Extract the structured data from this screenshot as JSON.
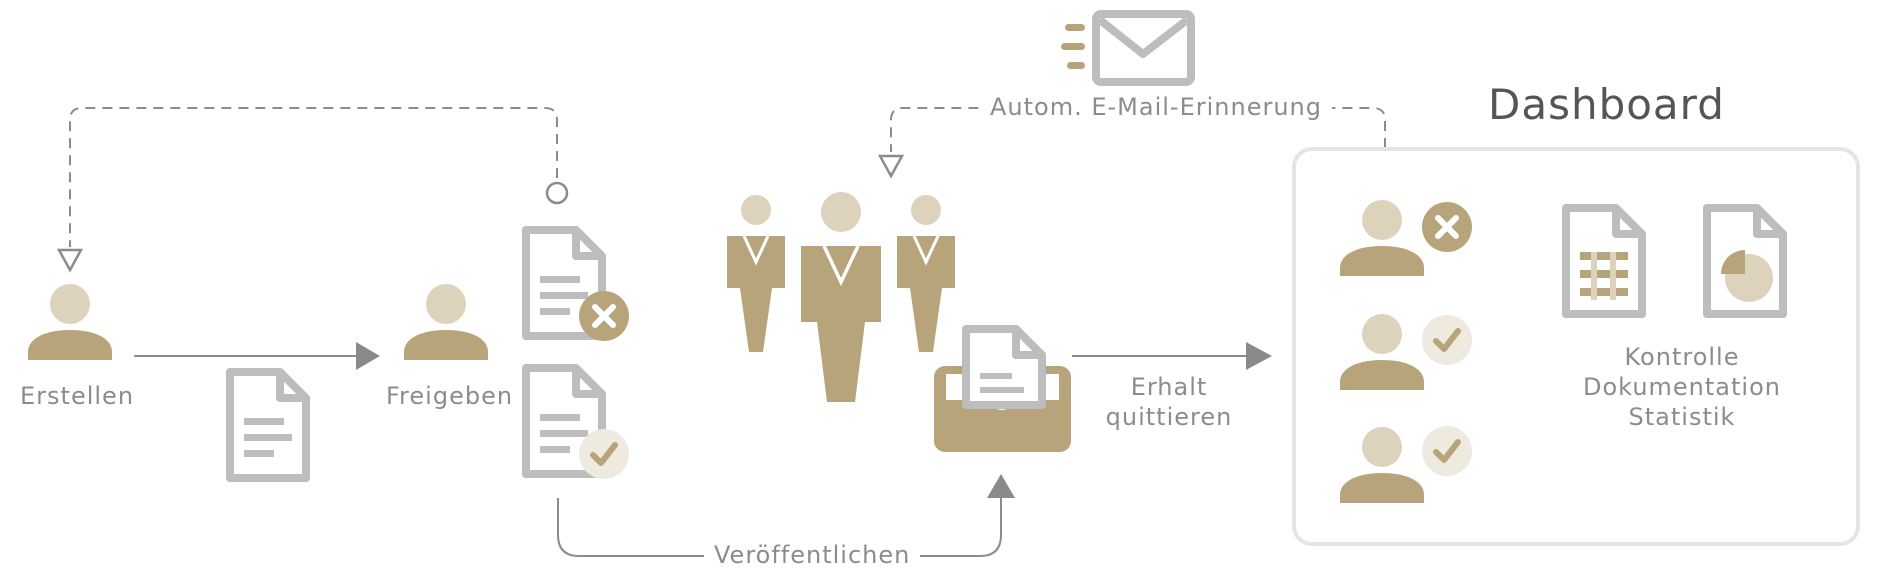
{
  "labels": {
    "erstellen": "Erstellen",
    "freigeben": "Freigeben",
    "veroeffentlichen": "Veröffentlichen",
    "email": "Autom. E-Mail-Erinnerung",
    "erhalt_line1": "Erhalt",
    "erhalt_line2": "quittieren",
    "dashboard": "Dashboard",
    "kontrolle": "Kontrolle",
    "dokumentation": "Dokumentation",
    "statistik": "Statistik"
  },
  "colors": {
    "gold": "#b8a47a",
    "gold_light": "#ddd2bc",
    "gold_pale": "#efeae0",
    "gray": "#bdbdbd",
    "line": "#8c8c8c",
    "arrow": "#8a8a8a"
  },
  "icons": [
    "person-icon",
    "document-icon",
    "document-rejected-icon",
    "document-approved-icon",
    "group-icon",
    "inbox-tray-icon",
    "envelope-icon",
    "spreadsheet-document-icon",
    "chart-document-icon",
    "x-badge-icon",
    "check-badge-icon"
  ]
}
